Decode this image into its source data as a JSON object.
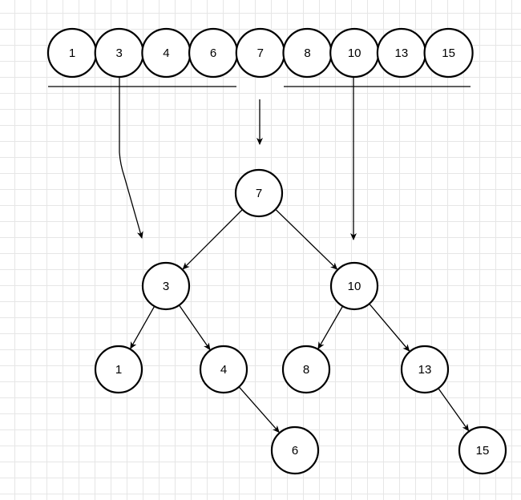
{
  "array": {
    "values": [
      "1",
      "3",
      "4",
      "6",
      "7",
      "8",
      "10",
      "13",
      "15"
    ]
  },
  "tree": {
    "nodes": [
      {
        "id": "n7",
        "label": "7"
      },
      {
        "id": "n3",
        "label": "3"
      },
      {
        "id": "n10",
        "label": "10"
      },
      {
        "id": "n1",
        "label": "1"
      },
      {
        "id": "n4",
        "label": "4"
      },
      {
        "id": "n8",
        "label": "8"
      },
      {
        "id": "n13",
        "label": "13"
      },
      {
        "id": "n6",
        "label": "6"
      },
      {
        "id": "n15",
        "label": "15"
      }
    ],
    "edges": [
      {
        "from": "n7",
        "to": "n3"
      },
      {
        "from": "n7",
        "to": "n10"
      },
      {
        "from": "n3",
        "to": "n1"
      },
      {
        "from": "n3",
        "to": "n4"
      },
      {
        "from": "n4",
        "to": "n6"
      },
      {
        "from": "n10",
        "to": "n8"
      },
      {
        "from": "n10",
        "to": "n13"
      },
      {
        "from": "n13",
        "to": "n15"
      }
    ]
  },
  "colors": {
    "stroke": "#000000",
    "node_fill": "#ffffff",
    "grid": "#e6e6e6",
    "background": "#ffffff"
  }
}
